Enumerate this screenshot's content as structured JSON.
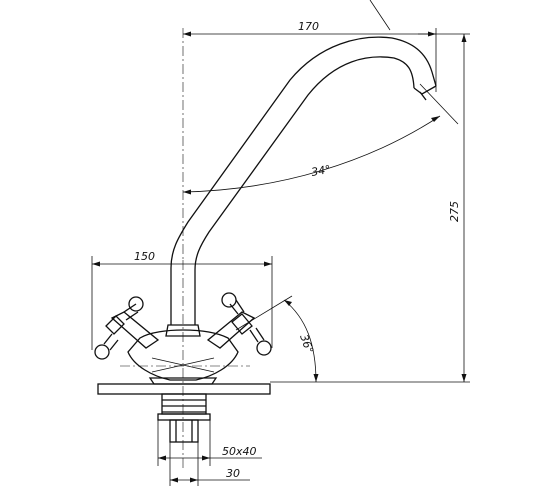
{
  "dimensions": {
    "spout_reach": "170",
    "total_height": "275",
    "spout_angle": "34°",
    "handle_width": "150",
    "handle_angle": "36°",
    "nut_size": "50x40",
    "shank_width": "30"
  },
  "colors": {
    "line": "#111111",
    "background": "#ffffff"
  }
}
